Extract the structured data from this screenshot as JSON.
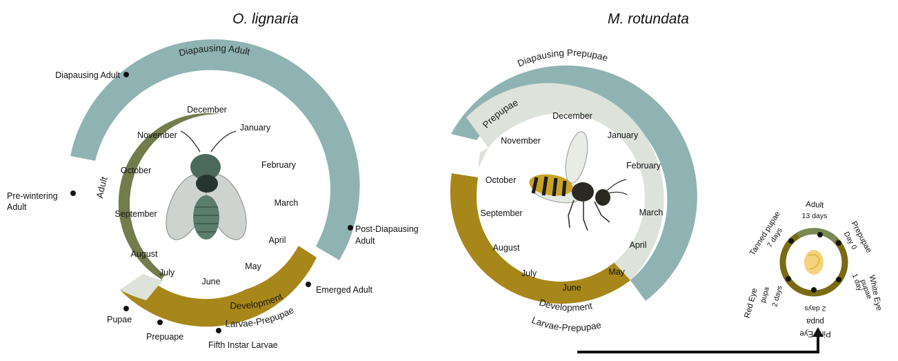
{
  "titles": {
    "left": "O. lignaria",
    "right": "M. rotundata"
  },
  "colors": {
    "teal": "#8fb3b2",
    "olive": "#727c4c",
    "gold": "#a8871a",
    "pale": "#dde2da",
    "dark": "#111111"
  },
  "left": {
    "months": [
      "December",
      "January",
      "February",
      "March",
      "April",
      "May",
      "June",
      "July",
      "August",
      "September",
      "October",
      "November"
    ],
    "bands": {
      "outer": "Diapausing Adult",
      "adult": "Adult",
      "dev_line1": "Development",
      "dev_line2": "Larvae-Prepupae"
    },
    "callouts": {
      "diapausing_adult": "Diapausing Adult",
      "pre_wintering_line1": "Pre-wintering",
      "pre_wintering_line2": "Adult",
      "post_diapausing_line1": "Post-Diapausing",
      "post_diapausing_line2": "Adult",
      "emerged_adult": "Emerged Adult",
      "pupae": "Pupae",
      "prepuape": "Prepuape",
      "fifth_instar": "Fifth Instar Larvae"
    },
    "icon": "mason-bee-icon"
  },
  "right": {
    "months": [
      "December",
      "January",
      "February",
      "March",
      "April",
      "May",
      "June",
      "July",
      "August",
      "September",
      "October",
      "November"
    ],
    "bands": {
      "outer": "Diapausing Prepupae",
      "prepupae": "Prepupae",
      "dev_line1": "Development",
      "dev_line2": "Larvae-Prepupae"
    },
    "icon": "leafcutter-bee-icon"
  },
  "small_cycle": {
    "stages": [
      {
        "name": "Adult",
        "duration": "13 days"
      },
      {
        "name": "Prepupae",
        "duration": "Day 0"
      },
      {
        "name": "White Eye pupae",
        "duration": "1 day"
      },
      {
        "name": "Pink Eye pupa",
        "duration": "2 days"
      },
      {
        "name": "Red Eye pupa",
        "duration": "2 days"
      },
      {
        "name": "Tanned pupae",
        "duration": "7 days"
      }
    ],
    "labels": {
      "adult": "Adult",
      "adult_days": "13 days",
      "prepupae": "Prepupae",
      "prepupae_day": "Day 0",
      "white_eye": "White Eye",
      "white_pupae": "pupae",
      "white_days": "1 day",
      "pink_eye": "Pink Eye",
      "pink_pupa": "pupa",
      "pink_days": "2 days",
      "red_eye": "Red Eye",
      "red_pupa": "pupa",
      "red_days": "2 days",
      "tanned": "Tanned pupae",
      "tanned_days": "7 days"
    },
    "icon": "larva-icon"
  }
}
